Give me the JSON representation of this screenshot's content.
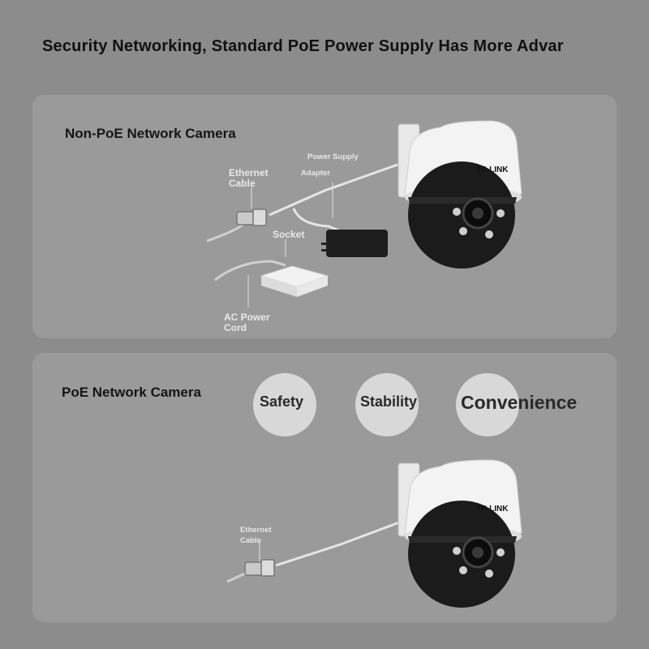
{
  "header": {
    "title": "Security Networking, Standard PoE Power Supply Has More Advar"
  },
  "non_poe": {
    "title": "Non-PoE Network Camera",
    "labels": {
      "ethernet_cable": "Ethernet\nCable",
      "power_supply": "Power Supply",
      "adapter": "Adapter",
      "socket": "Socket",
      "ac_power_cord": "AC Power\nCord"
    },
    "camera_brand": "TP-LINK"
  },
  "poe": {
    "title": "PoE Network Camera",
    "benefits": [
      "Safety",
      "Stability",
      "Convenience"
    ],
    "labels": {
      "ethernet_cable": "Ethernet\nCable"
    },
    "camera_brand": "TP-LINK"
  }
}
